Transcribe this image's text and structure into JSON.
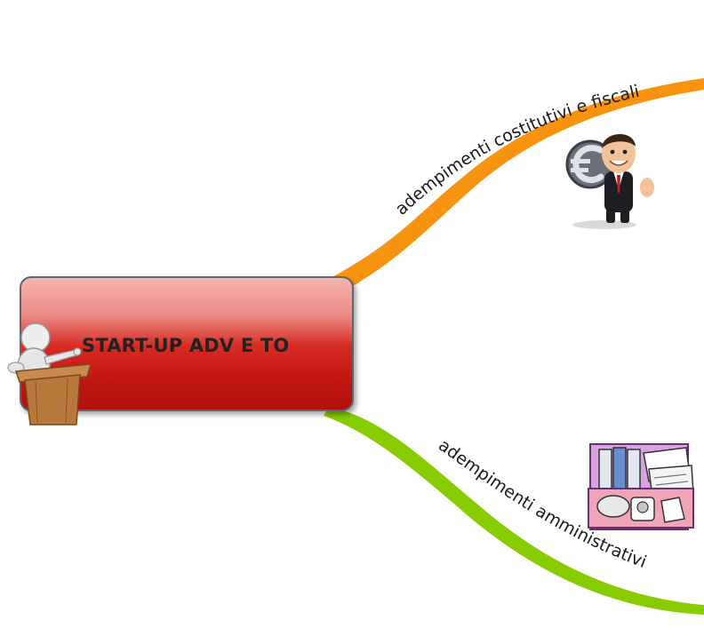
{
  "root": {
    "title": "START-UP ADV E TO"
  },
  "branches": [
    {
      "label": "adempimenti costitutivi e fiscali",
      "color": "#f7930f",
      "icon": "businessman-euro-icon"
    },
    {
      "label": "adempimenti amministrativi",
      "color": "#88cc00",
      "icon": "office-files-icon"
    }
  ],
  "root_icon": "speaker-at-podium-icon"
}
